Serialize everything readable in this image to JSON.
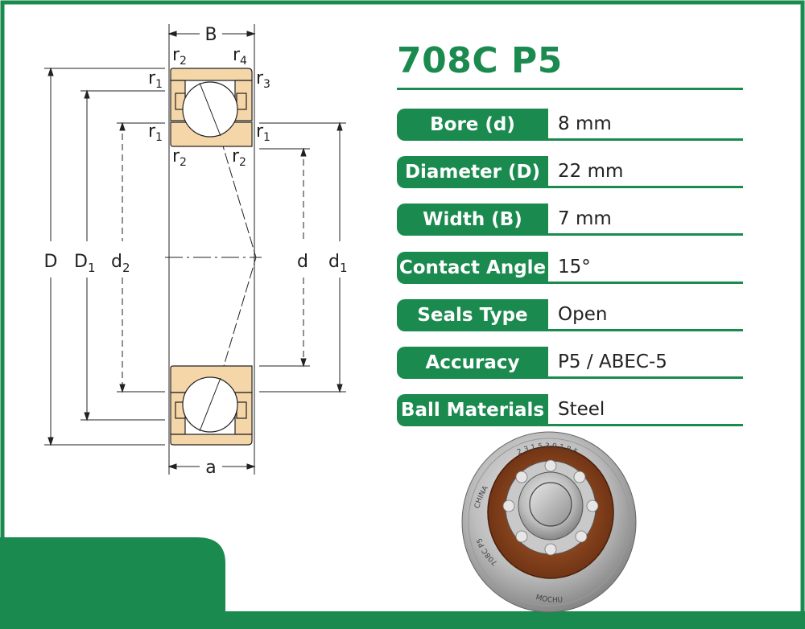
{
  "product": {
    "title": "708C P5"
  },
  "specs": [
    {
      "label": "Bore (d)",
      "value": "8 mm"
    },
    {
      "label": "Diameter (D)",
      "value": "22 mm"
    },
    {
      "label": "Width (B)",
      "value": "7 mm"
    },
    {
      "label": "Contact Angle",
      "value": "15°"
    },
    {
      "label": "Seals Type",
      "value": "Open"
    },
    {
      "label": "Accuracy",
      "value": "P5 / ABEC-5"
    },
    {
      "label": "Ball Materials",
      "value": "Steel"
    }
  ],
  "diagram": {
    "dims": {
      "B": "B",
      "a": "a",
      "D": "D",
      "D1": "D",
      "D1_sub": "1",
      "d2": "d",
      "d2_sub": "2",
      "d": "d",
      "d1": "d",
      "d1_sub": "1",
      "r": "r",
      "sub1": "1",
      "sub2": "2",
      "sub3": "3",
      "sub4": "4"
    },
    "colors": {
      "bearing_fill": "#f5d6a8",
      "line": "#222222"
    }
  },
  "bearing_photo": {
    "outer_marking": "2 3 1 5 3 0 1 8 5",
    "side_marking_1": "CHINA",
    "side_marking_2": "708C P5",
    "side_marking_3": "MOCHU"
  },
  "colors": {
    "brand_green": "#1a8a4e",
    "background": "#ffffff"
  }
}
